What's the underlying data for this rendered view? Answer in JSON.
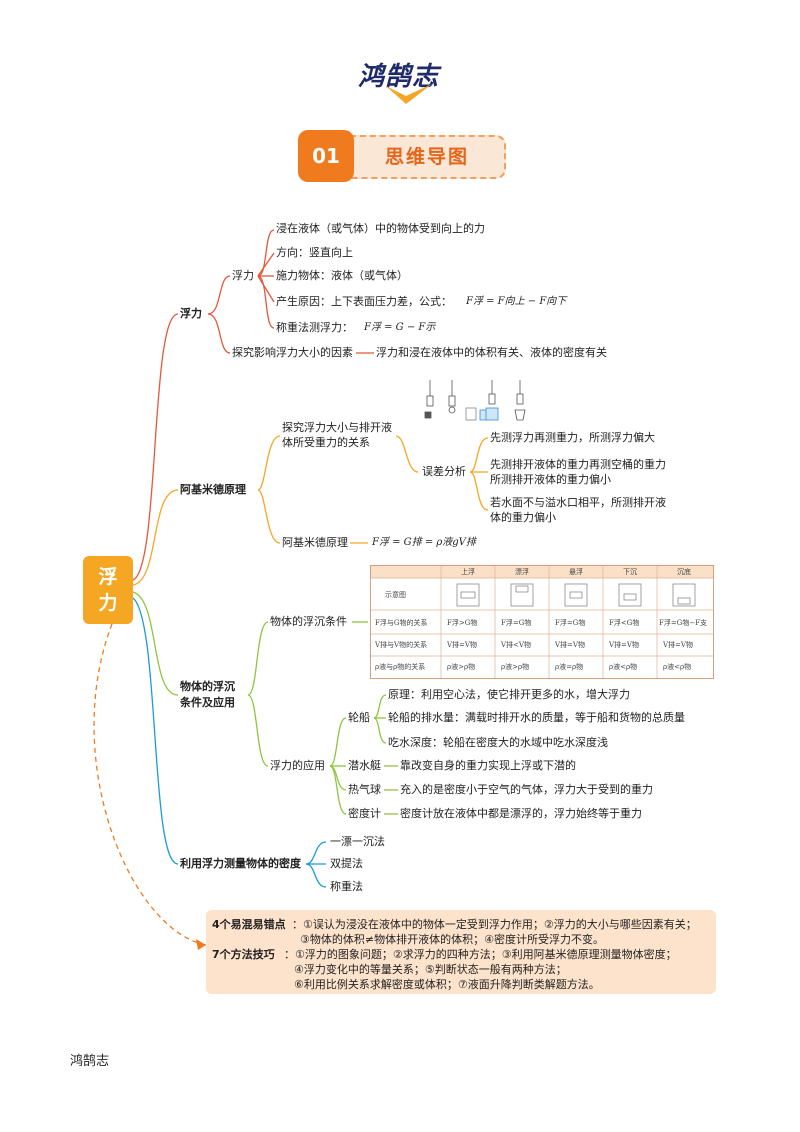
{
  "logo": {
    "text": "鸿鹄志"
  },
  "section": {
    "number": "01",
    "title": "思维导图"
  },
  "root": {
    "line1": "浮",
    "line2": "力"
  },
  "branch1": {
    "title": "浮力",
    "sub1": {
      "label": "浮力",
      "def": "浸在液体（或气体）中的物体受到向上的力",
      "direction": "方向：竖直向上",
      "applier": "施力物体：液体（或气体）",
      "cause": "产生原因：上下表面压力差，公式：",
      "cause_formula": "F浮 = F向上 − F向下",
      "weigh": "称重法测浮力：",
      "weigh_formula": "F浮 = G − F示"
    },
    "sub2": {
      "label": "探究影响浮力大小的因素",
      "text": "浮力和浸在液体中的体积有关、液体的密度有关"
    }
  },
  "branch2": {
    "title": "阿基米德原理",
    "explore1": "探究浮力大小与排开液",
    "explore2": "体所受重力的关系",
    "error_label": "误差分析",
    "errors": [
      "先测浮力再测重力，所测浮力偏大",
      "先测排开液体的重力再测空桶的重力",
      "所测排开液体的重力偏小",
      "若水面不与溢水口相平，所测排开液",
      "体的重力偏小"
    ],
    "principle_label": "阿基米德原理",
    "principle_formula": "F浮 = G排 = ρ液gV排"
  },
  "branch3": {
    "title1": "物体的浮沉",
    "title2": "条件及应用",
    "cond_label": "物体的浮沉条件",
    "table": {
      "headers": [
        "上浮",
        "漂浮",
        "悬浮",
        "下沉",
        "沉底"
      ],
      "rows": [
        [
          "示意图",
          "",
          "",
          "",
          "",
          ""
        ],
        [
          "F浮与G物的关系",
          "F浮>G物",
          "F浮=G物",
          "F浮=G物",
          "F浮<G物",
          "F浮=G物−F支"
        ],
        [
          "V排与V物的关系",
          "V排=V物",
          "V排<V物",
          "V排=V物",
          "V排=V物",
          "V排=V物"
        ],
        [
          "ρ液与ρ物的关系",
          "ρ液>ρ物",
          "ρ液>ρ物",
          "ρ液=ρ物",
          "ρ液<ρ物",
          "ρ液<ρ物"
        ]
      ]
    },
    "app_label": "浮力的应用",
    "ship_label": "轮船",
    "ship": [
      "原理：利用空心法，使它排开更多的水，增大浮力",
      "轮船的排水量：满载时排开水的质量，等于船和货物的总质量",
      "吃水深度：轮船在密度大的水域中吃水深度浅"
    ],
    "sub_label": "潜水艇",
    "sub_text": "靠改变自身的重力实现上浮或下潜的",
    "balloon_label": "热气球",
    "balloon_text": "充入的是密度小于空气的气体，浮力大于受到的重力",
    "meter_label": "密度计",
    "meter_text": "密度计放在液体中都是漂浮的，浮力始终等于重力"
  },
  "branch4": {
    "title": "利用浮力测量物体的密度",
    "methods": [
      "一漂一沉法",
      "双提法",
      "称重法"
    ]
  },
  "note": {
    "label1": "4个易混易错点",
    "line1": "：①误认为浸没在液体中的物体一定受到浮力作用；②浮力的大小与哪些因素有关；",
    "line2": "③物体的体积≠物体排开液体的体积；④密度计所受浮力不变。",
    "label2": "7个方法技巧",
    "line3": "：①浮力的图象问题；②求浮力的四种方法；③利用阿基米德原理测量物体密度；",
    "line4": "④浮力变化中的等量关系；⑤判断状态一般有两种方法；",
    "line5": "⑥利用比例关系求解密度或体积；⑦液面升降判断类解题方法。"
  },
  "footer": {
    "text": "鸿鹄志"
  },
  "colors": {
    "orange": "#f07a1e",
    "red": "#e8563a",
    "yellow": "#f5a623",
    "green": "#8dc63f",
    "blue": "#1b9bd7"
  }
}
